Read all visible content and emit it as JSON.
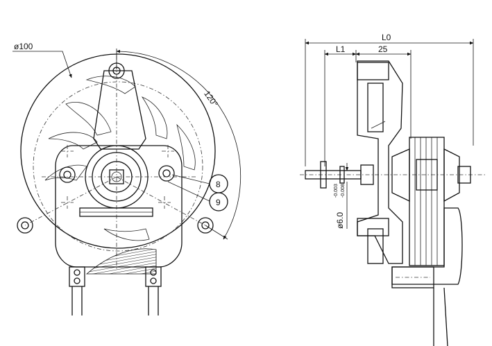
{
  "drawing": {
    "front_view": {
      "dim_diameter": "ø100",
      "dim_angle": "120°",
      "callouts": [
        "8",
        "9"
      ]
    },
    "side_view": {
      "dim_overall": "L0",
      "dim_shaft": "L1",
      "dim_body": "25",
      "dim_shaft_dia": "ø6.0",
      "tol_upper": "-0.003",
      "tol_lower": "-0.008"
    }
  }
}
